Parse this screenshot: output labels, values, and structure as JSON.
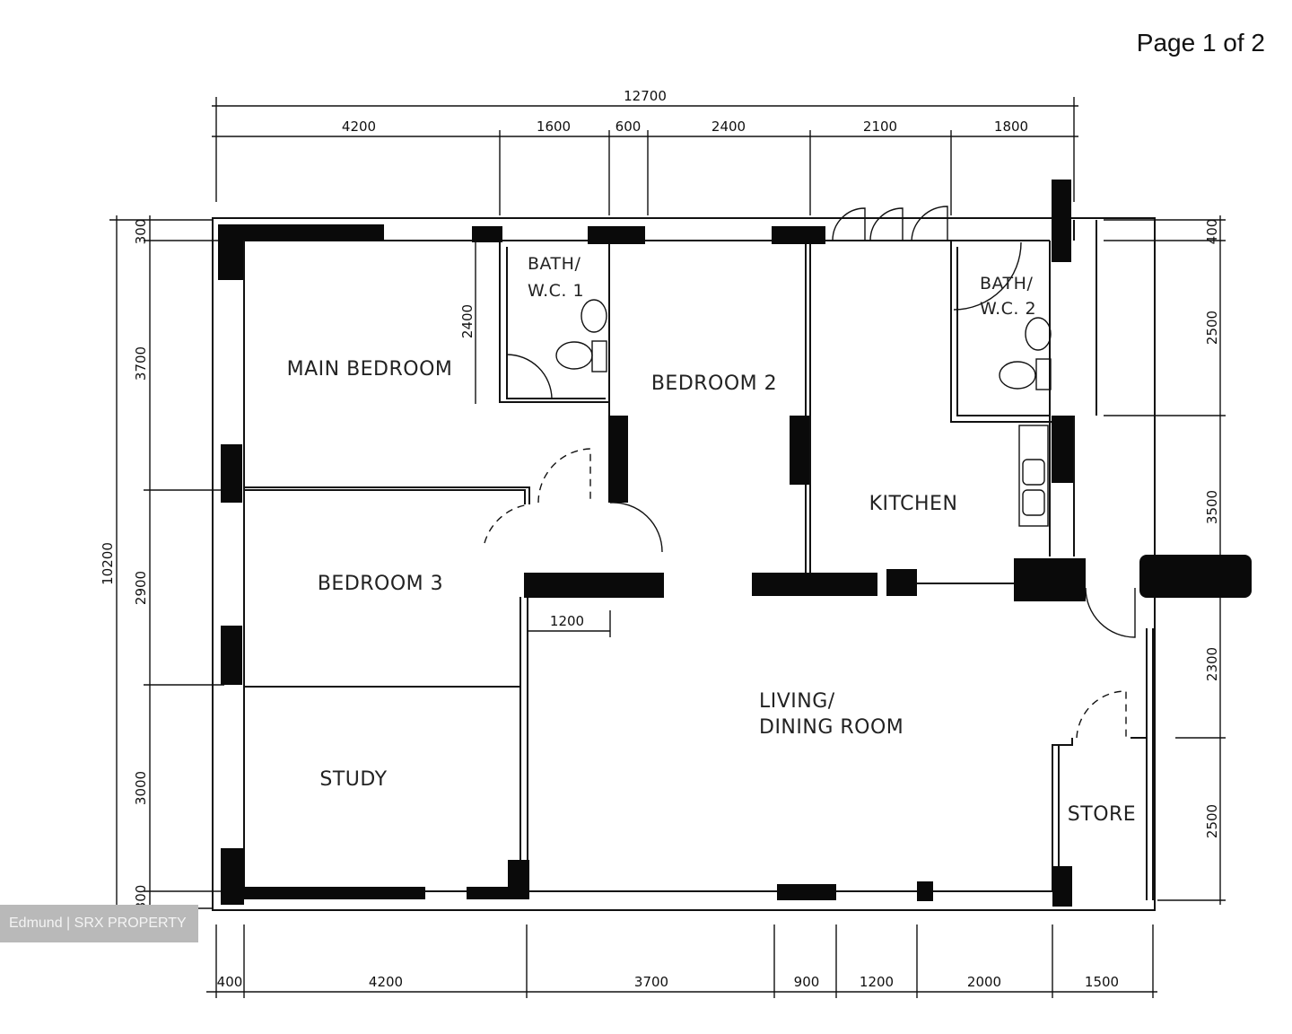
{
  "page_label": "Page 1 of 2",
  "watermark": "Edmund | SRX PROPERTY",
  "rooms": {
    "main_bedroom": "MAIN BEDROOM",
    "bath1_line1": "BATH/",
    "bath1_line2": "W.C. 1",
    "bedroom2": "BEDROOM 2",
    "bath2_line1": "BATH/",
    "bath2_line2": "W.C. 2",
    "kitchen": "KITCHEN",
    "bedroom3": "BEDROOM 3",
    "living_line1": "LIVING/",
    "living_line2": "DINING ROOM",
    "study": "STUDY",
    "store": "STORE"
  },
  "dimensions": {
    "top_total": "12700",
    "top": [
      "4200",
      "1600",
      "600",
      "2400",
      "2100",
      "1800"
    ],
    "bottom": [
      "400",
      "4200",
      "3700",
      "900",
      "1200",
      "2000",
      "1500"
    ],
    "left_total": "10200",
    "left": [
      "300",
      "3700",
      "2900",
      "3000",
      "300"
    ],
    "right": [
      "400",
      "2500",
      "3500",
      "2300",
      "2500"
    ],
    "inner_bath1": "2400",
    "inner_corridor": "1200"
  }
}
